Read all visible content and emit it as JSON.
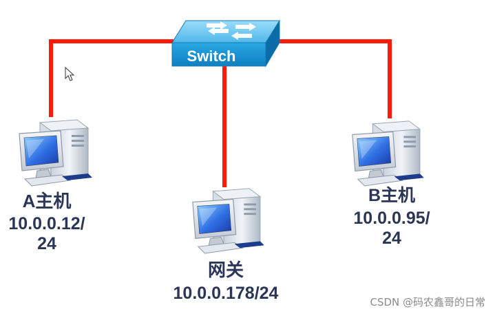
{
  "switch": {
    "label": "Switch"
  },
  "hosts": {
    "a": {
      "name": "A主机",
      "ip_line1": "10.0.0.12/",
      "ip_line2": "24"
    },
    "b": {
      "name": "B主机",
      "ip_line1": "10.0.0.95/",
      "ip_line2": "24"
    },
    "gateway": {
      "name": "网关",
      "ip": "10.0.0.178/24"
    }
  },
  "watermark": "CSDN @码农鑫哥的日常",
  "colors": {
    "link": "#ff1a0a",
    "switch_body": "#1b9ad6",
    "switch_top": "#66c7f2",
    "label_text": "#2b3556",
    "monitor_screen": "#3a6fe0"
  },
  "icons": {
    "switch": "network-switch-icon",
    "host": "desktop-computer-icon",
    "cursor": "mouse-pointer-icon"
  }
}
